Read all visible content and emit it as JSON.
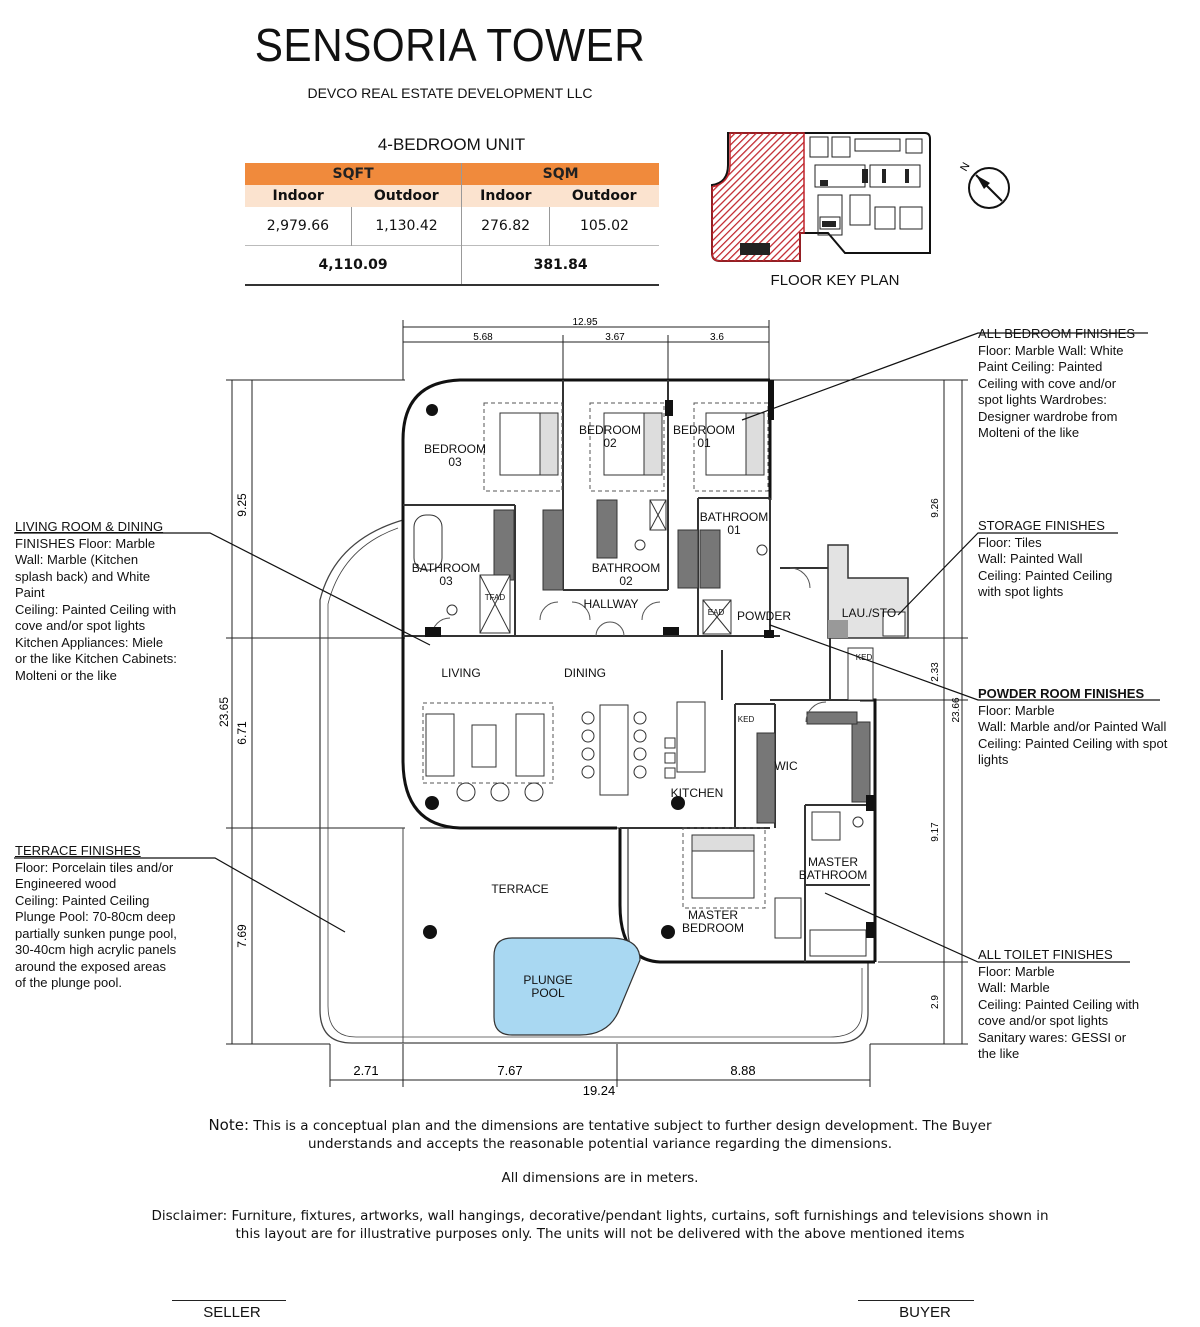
{
  "header": {
    "title": "SENSORIA TOWER",
    "company": "DEVCO REAL ESTATE DEVELOPMENT LLC",
    "unit_type": "4-BEDROOM UNIT"
  },
  "area_table": {
    "sqft_label": "SQFT",
    "sqm_label": "SQM",
    "indoor_label": "Indoor",
    "outdoor_label": "Outdoor",
    "sqft_indoor": "2,979.66",
    "sqft_outdoor": "1,130.42",
    "sqm_indoor": "276.82",
    "sqm_outdoor": "105.02",
    "sqft_total": "4,110.09",
    "sqm_total": "381.84",
    "header_color": "#f08a3c",
    "subheader_color": "#fbe3cf"
  },
  "key_plan": {
    "label": "FLOOR KEY PLAN",
    "north_label": "N",
    "highlight_color": "#c0242b"
  },
  "rooms": {
    "bedroom03": "BEDROOM",
    "bedroom03_num": "03",
    "bedroom02": "BEDROOM",
    "bedroom02_num": "02",
    "bedroom01": "BEDROOM",
    "bedroom01_num": "01",
    "bathroom03": "BATHROOM",
    "bathroom03_num": "03",
    "bathroom02": "BATHROOM",
    "bathroom02_num": "02",
    "bathroom01": "BATHROOM",
    "bathroom01_num": "01",
    "hallway": "HALLWAY",
    "powder": "POWDER",
    "lau_sto": "LAU./STO",
    "living": "LIVING",
    "dining": "DINING",
    "kitchen": "KITCHEN",
    "wic": "WIC",
    "terrace": "TERRACE",
    "plunge_pool": "PLUNGE",
    "plunge_pool_2": "POOL",
    "master_bedroom": "MASTER",
    "master_bedroom_2": "BEDROOM",
    "master_bathroom": "MASTER",
    "master_bathroom_2": "BATHROOM",
    "tfad": "TFAD",
    "ead": "EAD",
    "ked": "KED",
    "ked2": "KED",
    "pool_color": "#a9d8f2"
  },
  "dimensions": {
    "top_total": "12.95",
    "top_a": "5.68",
    "top_b": "3.67",
    "top_c": "3.6",
    "left_total": "23.65",
    "left_a": "9.25",
    "left_b": "6.71",
    "left_c": "7.69",
    "right_total": "23.66",
    "right_a": "9.26",
    "right_b": "2.33",
    "right_c": "9.17",
    "right_d": "2.9",
    "bottom_total": "19.24",
    "bottom_a": "2.71",
    "bottom_b": "7.67",
    "bottom_c": "8.88"
  },
  "notes": {
    "living": {
      "title": "LIVING ROOM & DINING",
      "lines": [
        "FINISHES Floor: Marble",
        "Wall: Marble (Kitchen",
        "splash back) and White",
        "Paint",
        "Ceiling: Painted Ceiling with",
        "cove and/or spot lights",
        "Kitchen Appliances: Miele",
        "or the like Kitchen Cabinets:",
        "Molteni or the like"
      ]
    },
    "terrace": {
      "title": "TERRACE FINISHES",
      "lines": [
        "Floor: Porcelain tiles and/or",
        "Engineered wood",
        "Ceiling: Painted Ceiling",
        "Plunge Pool: 70-80cm deep",
        "partially sunken punge pool,",
        "30-40cm high acrylic panels",
        "around the exposed areas",
        "of the plunge pool."
      ]
    },
    "bedroom": {
      "title": "ALL BEDROOM FINISHES",
      "lines": [
        "Floor: Marble Wall: White",
        "Paint Ceiling: Painted",
        "Ceiling with cove and/or",
        "spot lights Wardrobes:",
        "Designer wardrobe from",
        "Molteni of the like"
      ]
    },
    "storage": {
      "title": "STORAGE FINISHES",
      "lines": [
        "Floor: Tiles",
        "Wall: Painted Wall",
        "Ceiling: Painted Ceiling",
        "with spot lights"
      ]
    },
    "powder": {
      "title": "POWDER ROOM FINISHES",
      "lines": [
        "Floor: Marble",
        "Wall: Marble and/or Painted Wall",
        "Ceiling: Painted Ceiling with spot",
        "lights"
      ]
    },
    "toilet": {
      "title": "ALL TOILET FINISHES",
      "lines": [
        "Floor: Marble",
        "Wall: Marble",
        "Ceiling: Painted Ceiling with",
        "cove and/or spot lights",
        "Sanitary wares: GESSI or",
        "the like"
      ]
    }
  },
  "footer": {
    "note_prefix": "Note:",
    "note_text": " This is a conceptual plan and the dimensions are tentative subject to further design development. The Buyer understands and accepts the reasonable potential variance regarding the dimensions.",
    "units": "All dimensions are in meters.",
    "disclaimer": "Disclaimer: Furniture, fixtures, artworks, wall hangings, decorative/pendant lights, curtains, soft furnishings and televisions shown in this layout are for illustrative purposes only. The units will not be delivered with the above mentioned items",
    "seller": "SELLER",
    "buyer": "BUYER"
  }
}
